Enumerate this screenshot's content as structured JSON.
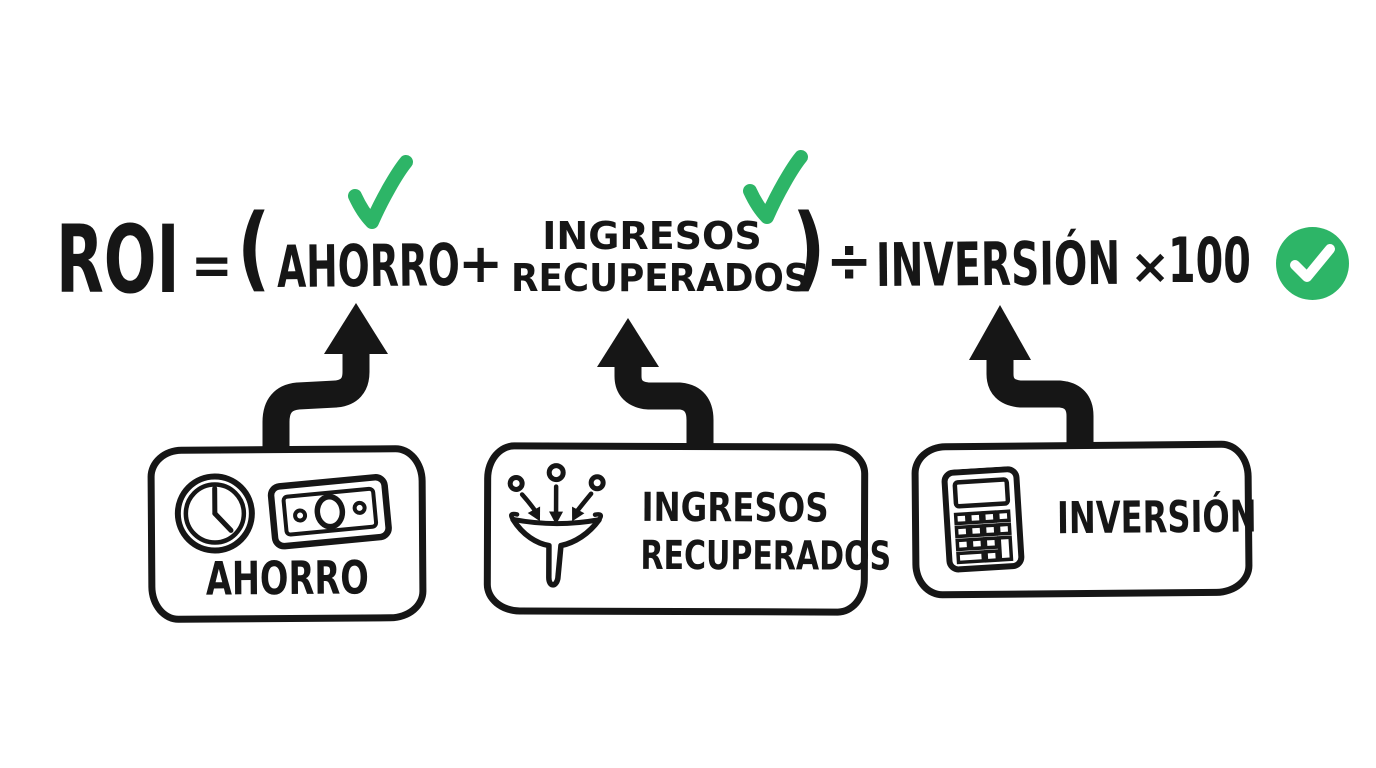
{
  "colors": {
    "background": "#ffffff",
    "ink": "#161616",
    "green": "#2db567"
  },
  "formula": {
    "result": "ROI",
    "equals": "=",
    "open_paren": "(",
    "term1": "AHORRO",
    "plus": "+",
    "term2_line1": "INGRESOS",
    "term2_line2": "RECUPERADOS",
    "close_paren": ")",
    "divide": "÷",
    "term3": "INVERSIÓN",
    "times": "×",
    "factor": "100"
  },
  "boxes": {
    "ahorro": {
      "label": "AHORRO",
      "icons": [
        "clock-icon",
        "banknote-icon"
      ]
    },
    "ingresos": {
      "label_line1": "INGRESOS",
      "label_line2": "RECUPERADOS",
      "icons": [
        "funnel-icon"
      ]
    },
    "inversion": {
      "label": "INVERSIÓN",
      "icons": [
        "calculator-icon"
      ]
    }
  },
  "checkmarks": {
    "glyph": "✓",
    "above_term1": "check above AHORRO",
    "above_term2": "check above INGRESOS",
    "end_badge": "green circle check after 100"
  }
}
